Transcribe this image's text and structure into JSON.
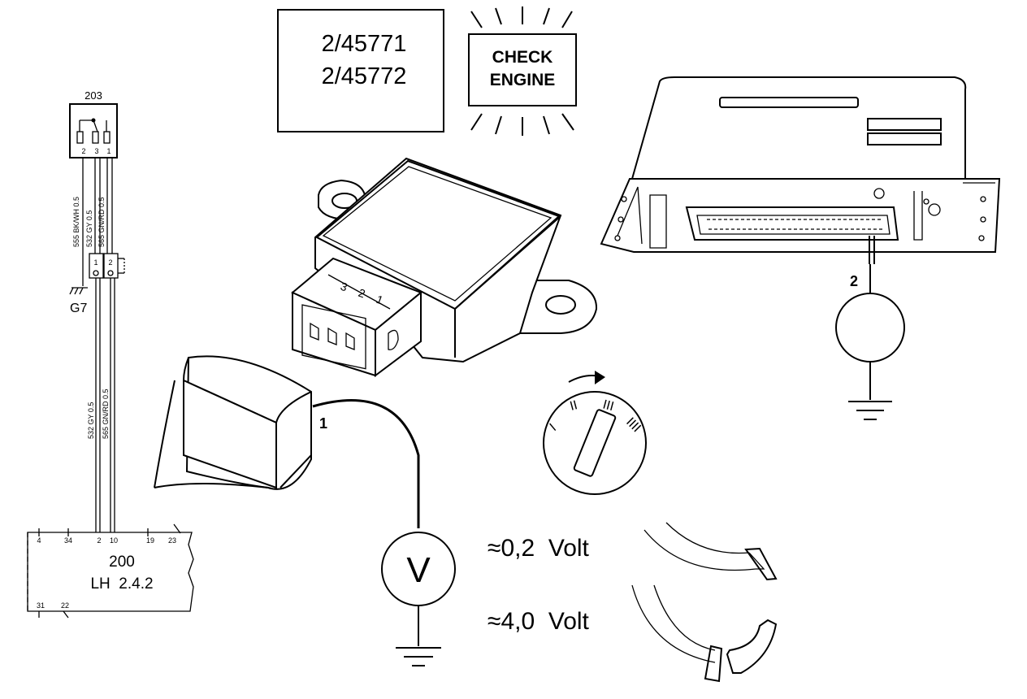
{
  "part_numbers": [
    "2/45771",
    "2/45772"
  ],
  "warning_lamp": {
    "line1": "CHECK",
    "line2": "ENGINE"
  },
  "sensor_connector": {
    "id": "203",
    "pins": [
      "2",
      "3",
      "1"
    ]
  },
  "wires": {
    "upper": [
      "555 BK/WH 0.5",
      "532 GY 0.5",
      "565 GN/RD 0.5"
    ],
    "lower": [
      "532 GY 0.5",
      "565 GN/RD 0.5"
    ]
  },
  "junction": {
    "pins": [
      "1",
      "2"
    ]
  },
  "ground_label": "G7",
  "control_unit": {
    "id": "200",
    "name": "LH  2.4.2",
    "top_pins": [
      "4",
      "34",
      "2",
      "10",
      "19",
      "23"
    ],
    "bottom_pins": [
      "31",
      "22"
    ]
  },
  "tps_pins": [
    "3",
    "2",
    "1"
  ],
  "callouts": [
    "1",
    "2"
  ],
  "meter_symbol": "V",
  "ignition_positions": [
    "I",
    "II",
    "III",
    "IIII"
  ],
  "readings": [
    "≈0,2  Volt",
    "≈4,0  Volt"
  ]
}
